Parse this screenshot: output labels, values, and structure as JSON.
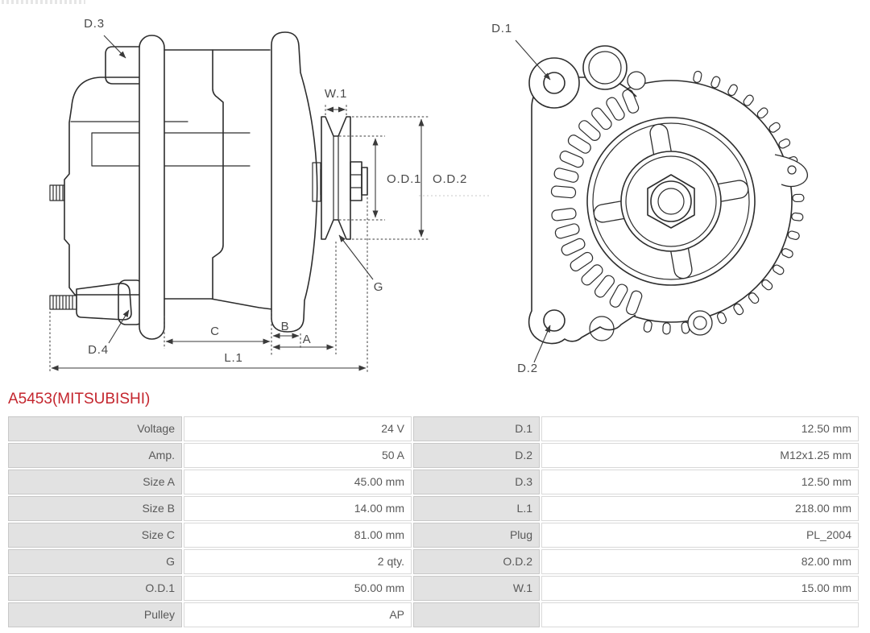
{
  "colors": {
    "title_red": "#c4262e",
    "drawing_line": "#2d2d2d",
    "dim_label_gray": "#4a4a4a",
    "table_label_bg": "#e2e2e2",
    "table_text": "#595959"
  },
  "title": "A5453(MITSUBISHI)",
  "diagram": {
    "side_labels": {
      "d3": "D.3",
      "d4": "D.4",
      "w1": "W.1",
      "od1": "O.D.1",
      "od2": "O.D.2",
      "g": "G",
      "a": "A",
      "b": "B",
      "c": "C",
      "l1": "L.1"
    },
    "front_labels": {
      "d1": "D.1",
      "d2": "D.2"
    }
  },
  "spec_table": {
    "rows": [
      {
        "label_left": "Voltage",
        "value_left": "24 V",
        "label_right": "D.1",
        "value_right": "12.50 mm"
      },
      {
        "label_left": "Amp.",
        "value_left": "50 A",
        "label_right": "D.2",
        "value_right": "M12x1.25 mm"
      },
      {
        "label_left": "Size A",
        "value_left": "45.00 mm",
        "label_right": "D.3",
        "value_right": "12.50 mm"
      },
      {
        "label_left": "Size B",
        "value_left": "14.00 mm",
        "label_right": "L.1",
        "value_right": "218.00 mm"
      },
      {
        "label_left": "Size C",
        "value_left": "81.00 mm",
        "label_right": "Plug",
        "value_right": "PL_2004"
      },
      {
        "label_left": "G",
        "value_left": "2 qty.",
        "label_right": "O.D.2",
        "value_right": "82.00 mm"
      },
      {
        "label_left": "O.D.1",
        "value_left": "50.00 mm",
        "label_right": "W.1",
        "value_right": "15.00 mm"
      },
      {
        "label_left": "Pulley",
        "value_left": "AP",
        "label_right": "",
        "value_right": ""
      }
    ]
  }
}
